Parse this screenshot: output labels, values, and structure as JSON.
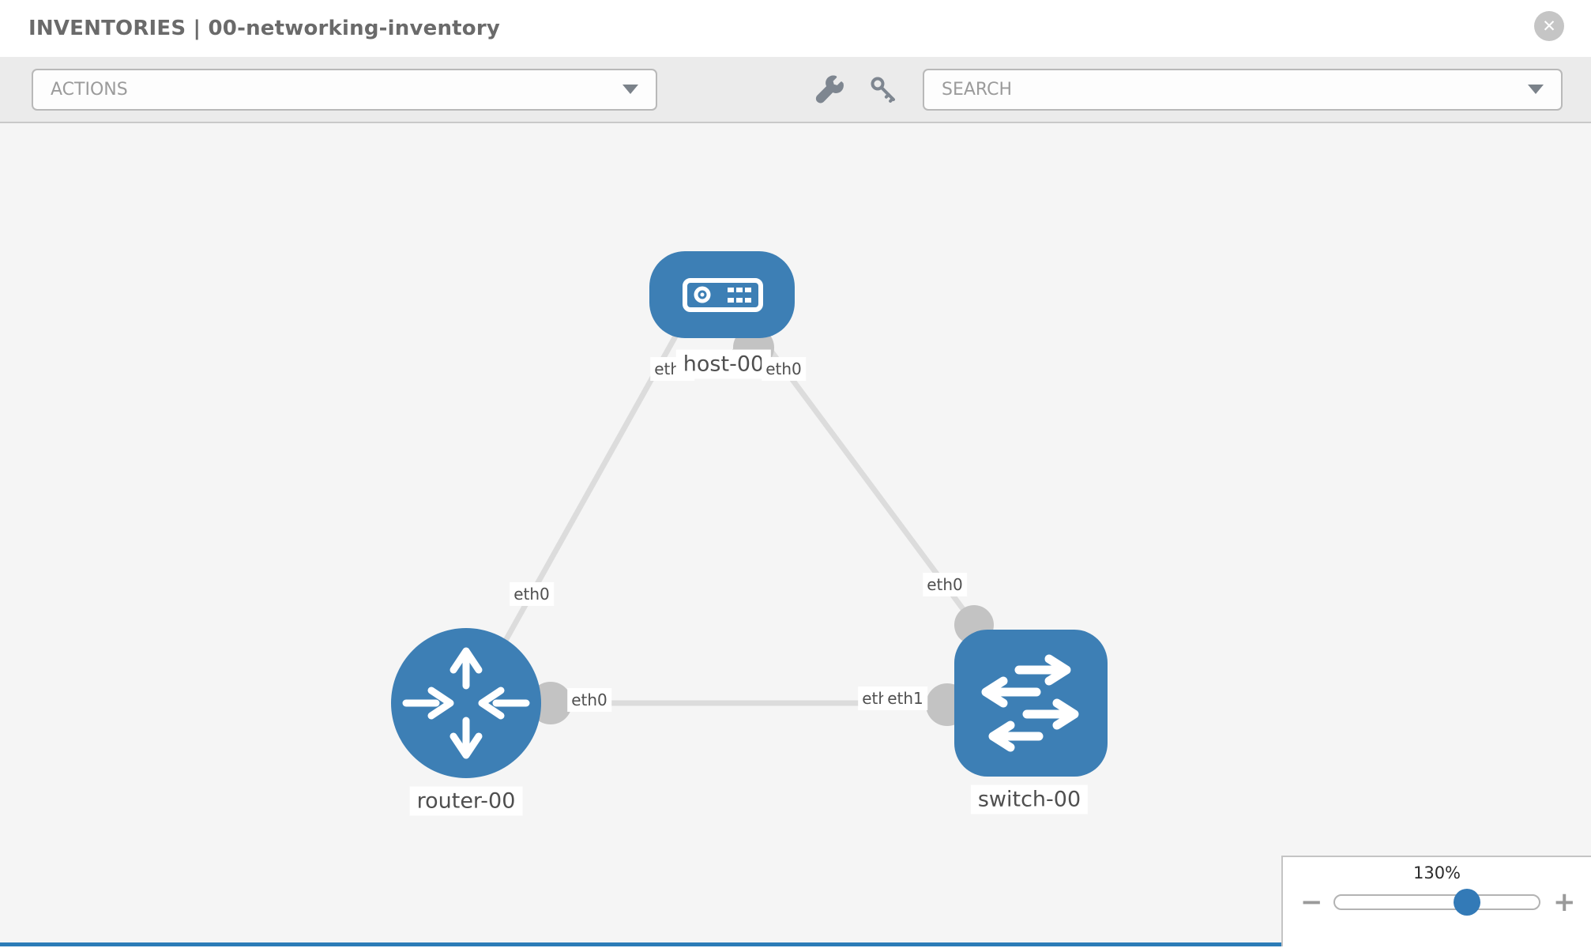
{
  "header": {
    "title": "INVENTORIES | 00-networking-inventory",
    "close_glyph": "✕"
  },
  "toolbar": {
    "actions_label": "ACTIONS",
    "search_label": "SEARCH",
    "icons": [
      "wrench-icon",
      "key-icon"
    ]
  },
  "topology": {
    "nodes": [
      {
        "label": "host-00",
        "type": "host"
      },
      {
        "label": "router-00",
        "type": "router"
      },
      {
        "label": "switch-00",
        "type": "switch"
      }
    ],
    "links": [
      {
        "from": "host-00",
        "to": "router-00",
        "from_if": "eth0",
        "to_if": "eth0"
      },
      {
        "from": "host-00",
        "to": "switch-00",
        "from_if": "eth0",
        "to_if": "eth0"
      },
      {
        "from": "router-00",
        "to": "switch-00",
        "from_if": "eth0",
        "to_if": "eth1"
      }
    ],
    "interfaces": [
      {
        "text": "eth0"
      },
      {
        "text": "eth0"
      },
      {
        "text": "eth0"
      },
      {
        "text": "eth0"
      },
      {
        "text": "eth0"
      },
      {
        "text": "eth0"
      },
      {
        "text": "eth1"
      }
    ]
  },
  "zoom_control": {
    "level": "130%",
    "minus_glyph": "−",
    "plus_glyph": "+"
  },
  "colors": {
    "node_blue": "#3d7fb5",
    "accent_blue": "#337ab7",
    "edge_gray": "#dcdcdc",
    "port_gray": "#c3c3c3",
    "toolbar_gray": "#ebebeb",
    "canvas_gray": "#f5f5f5"
  }
}
